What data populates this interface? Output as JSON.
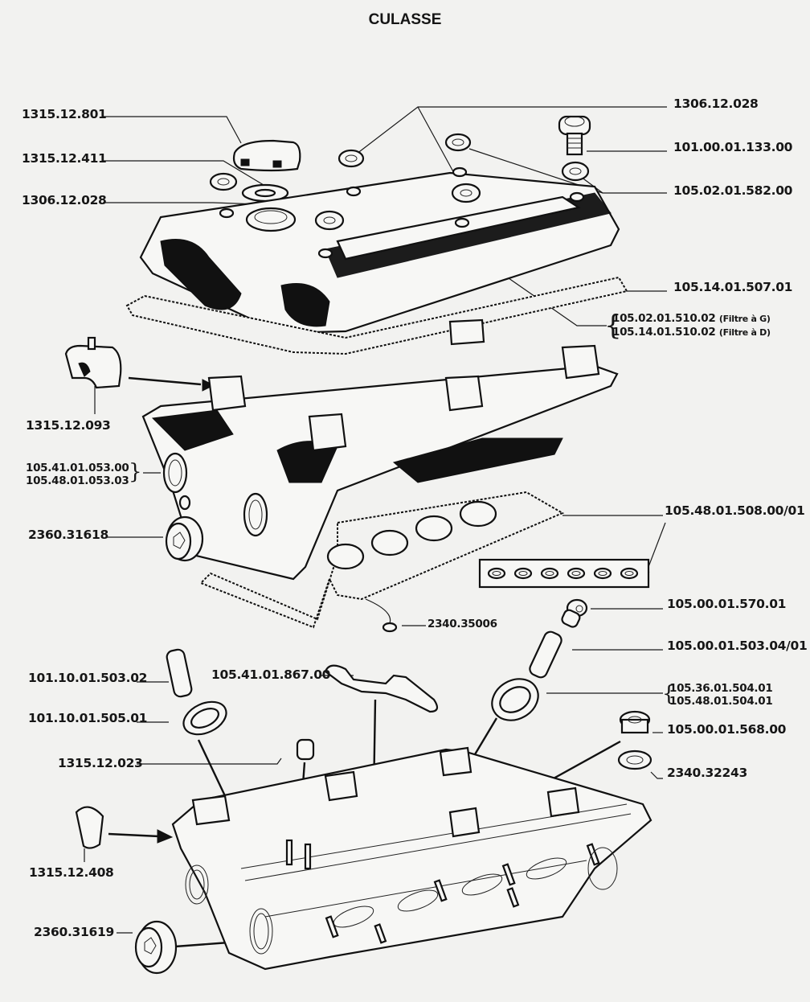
{
  "title": "CULASSE",
  "callouts": {
    "cap": "1315.12.801",
    "cap_seal": "1315.12.411",
    "washer_left": "1306.12.028",
    "washer_top": "1306.12.028",
    "bolt": "101.00.01.133.00",
    "washer_right": "105.02.01.582.00",
    "cover_gasket": "105.14.01.507.01",
    "cover_variants": [
      {
        "code": "105.02.01.510.02",
        "note": "(Filtre à G)"
      },
      {
        "code": "105.14.01.510.02",
        "note": "(Filtre à D)"
      }
    ],
    "cam_cap": "1315.12.093",
    "head_variants": [
      "105.41.01.053.00",
      "105.48.01.053.03"
    ],
    "plug_left": "2360.31618",
    "oring": "2340.35006",
    "head_gasket": "105.48.01.508.00/01",
    "valve_cap": "105.00.01.570.01",
    "valve_guide": "105.00.01.503.04/01",
    "seal_variants": [
      "105.36.01.504.01",
      "105.48.01.504.01"
    ],
    "plug_right": "105.00.01.568.00",
    "plug_right_seal": "2340.32243",
    "guide_left": "101.10.01.503.02",
    "seal_left": "101.10.01.505.01",
    "bracket": "105.41.01.867.00",
    "dowel": "1315.12.023",
    "end_cap": "1315.12.408",
    "plug_bottom": "2360.31619"
  }
}
